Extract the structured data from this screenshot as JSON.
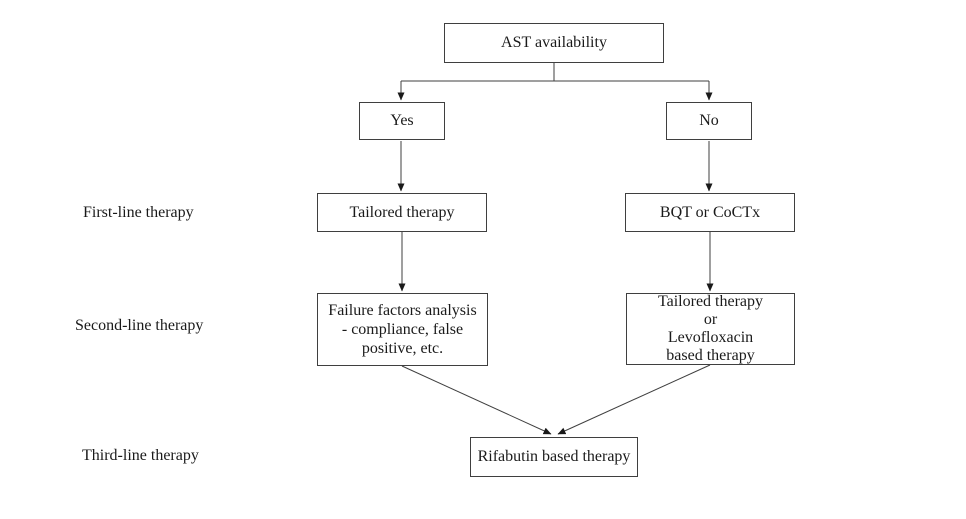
{
  "colors": {
    "background": "#ffffff",
    "box_border": "#3f3f3f",
    "connector_line": "#3f3f3f",
    "text": "#1a1a1a"
  },
  "flowchart": {
    "nodes": {
      "ast": "AST availability",
      "yes": "Yes",
      "no": "No",
      "tailored": "Tailored therapy",
      "bqt": "BQT or CoCTx",
      "failure": "Failure factors analysis\n- compliance, false\npositive, etc.",
      "levofloxacin": "Tailored therapy\nor\nLevofloxacin\nbased therapy",
      "rifabutin": "Rifabutin based therapy"
    },
    "row_labels": [
      {
        "label": "First-line therapy"
      },
      {
        "label": "Second-line therapy"
      },
      {
        "label": "Third-line therapy"
      }
    ]
  }
}
